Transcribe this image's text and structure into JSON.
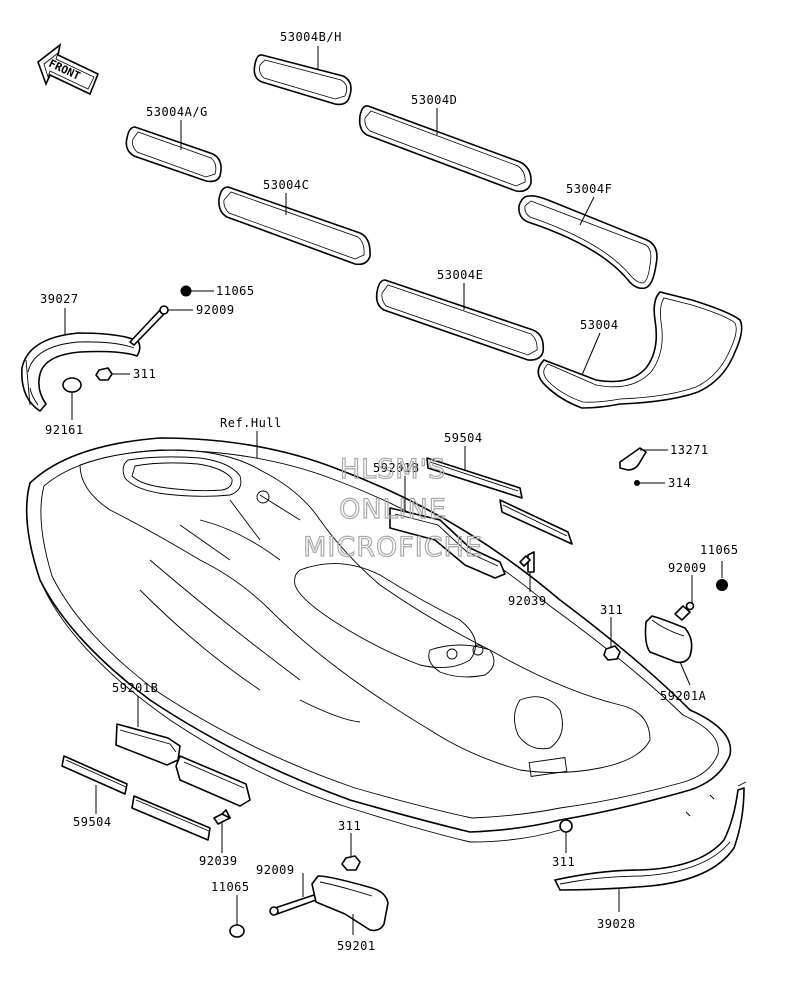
{
  "diagram": {
    "front_marker": "FRONT",
    "reference_label": "Ref.Hull",
    "watermark": {
      "lines": [
        "HLSM'S",
        "ONLINE",
        "MICROFICHE"
      ],
      "color": "#a9a9a9"
    },
    "parts": {
      "p53004BH": "53004B/H",
      "p53004AG": "53004A/G",
      "p53004D": "53004D",
      "p53004C": "53004C",
      "p53004F": "53004F",
      "p53004E": "53004E",
      "p53004": "53004",
      "p39027": "39027",
      "p11065a": "11065",
      "p92009a": "92009",
      "p311a": "311",
      "p92161": "92161",
      "p59504a": "59504",
      "p59201Ba": "59201B",
      "p13271": "13271",
      "p314": "314",
      "p92039a": "92039",
      "p11065b": "11065",
      "p92009b": "92009",
      "p311b": "311",
      "p59201A": "59201A",
      "p59201Bb": "59201B",
      "p59504b": "59504",
      "p92039b": "92039",
      "p311c": "311",
      "p92009c": "92009",
      "p11065c": "11065",
      "p59201": "59201",
      "p311d": "311",
      "p39028": "39028"
    }
  }
}
